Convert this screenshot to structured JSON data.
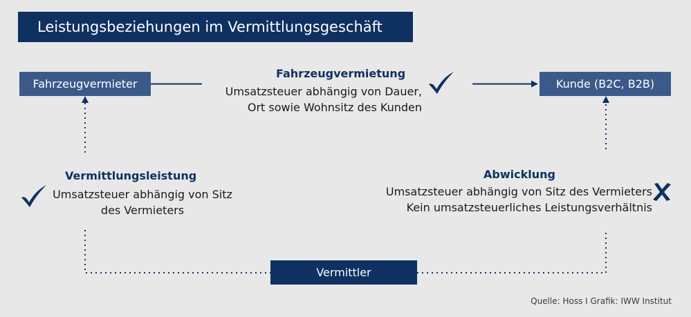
{
  "title": "Leistungsbeziehungen im Vermittlungsgeschäft",
  "nodes": {
    "vermieter": "Fahrzeugvermieter",
    "kunde": "Kunde (B2C, B2B)",
    "vermittler": "Vermittler"
  },
  "relations": {
    "fahrzeugvermietung": {
      "heading": "Fahrzeugvermietung",
      "line1": "Umsatzsteuer abhängig von Dauer,",
      "line2": "Ort sowie Wohnsitz des Kunden",
      "status_icon": "check-icon"
    },
    "vermittlungsleistung": {
      "heading": "Vermittlungsleistung",
      "line1": "Umsatzsteuer abhängig von Sitz",
      "line2": "des Vermieters",
      "status_icon": "check-icon"
    },
    "abwicklung": {
      "heading": "Abwicklung",
      "line1": "Umsatzsteuer abhängig von Sitz des Vermieters",
      "line2": "Kein umsatzsteuerliches Leistungsverhältnis",
      "status_icon": "cross-icon"
    }
  },
  "source": "Quelle: Hoss I Grafik: IWW Institut",
  "colors": {
    "background": "#e8e8e8",
    "dark_blue": "#0f3161",
    "mid_blue": "#3b5a8a",
    "text": "#1a1a1a"
  }
}
